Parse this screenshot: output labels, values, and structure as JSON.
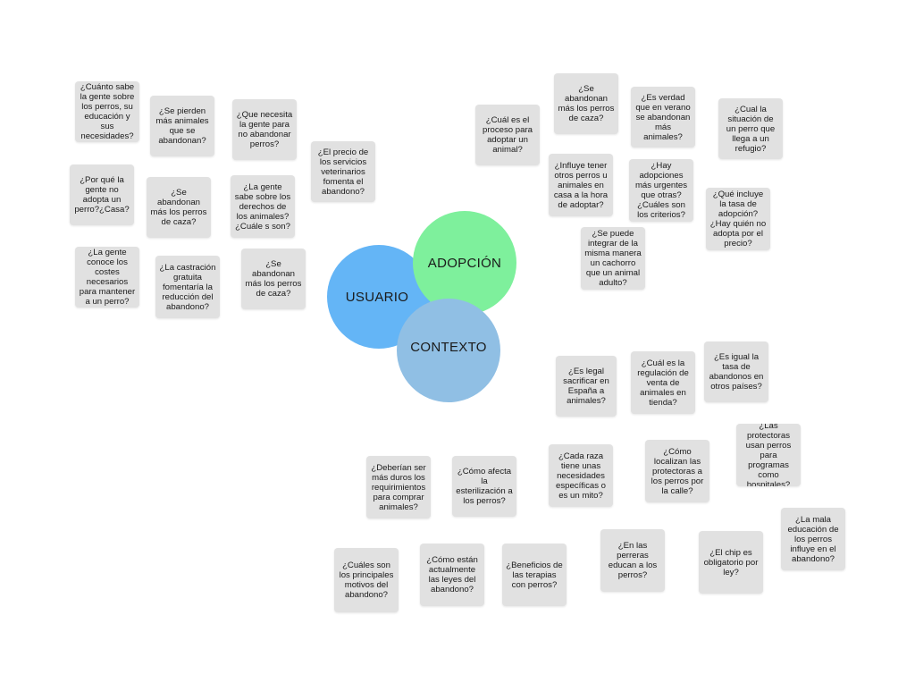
{
  "circles": {
    "usuario": "USUARIO",
    "adopcion": "ADOPCIÓN",
    "contexto": "CONTEXTO"
  },
  "notes": {
    "n01": "¿Cuánto sabe la gente sobre los perros, su educación y sus necesidades?",
    "n02": "¿Se pierden más animales que se abandonan?",
    "n03": "¿Que necesita la gente para no abandonar perros?",
    "n04": "¿El precio de los servicios veterinarios fomenta el abandono?",
    "n05": "¿Por qué la gente no adopta un perro?¿Casa?",
    "n06": "¿Se abandonan más los perros de caza?",
    "n07": "¿La gente sabe sobre los derechos de los animales?¿Cuále s son?",
    "n08": "¿La gente conoce los costes necesarios para mantener a un perro?",
    "n09": "¿La castración gratuita fomentaría la reducción del abandono?",
    "n10": "¿Se abandonan más los perros de caza?",
    "n11": "¿Cuál es el proceso para adoptar un animal?",
    "n12": "¿Se abandonan más los perros de caza?",
    "n13": "¿Es verdad que en verano se abandonan más animales?",
    "n14": "¿Cual la situación de un perro que llega a un refugio?",
    "n15": "¿Influye tener otros perros u animales en casa a la hora de adoptar?",
    "n16": "¿Hay adopciones más urgentes que otras?¿Cuáles son los criterios?",
    "n17": "¿Qué incluye la tasa de adopción?¿Hay quién no adopta por el precio?",
    "n18": "¿Se puede integrar de la misma manera un cachorro que un animal adulto?",
    "n19": "¿Es legal sacrificar en España a animales?",
    "n20": "¿Cuál es la regulación de venta de animales en tienda?",
    "n21": "¿Es igual la tasa de abandonos en otros países?",
    "n22": "¿Las protectoras usan perros para programas como hospitales?",
    "n23": "¿Deberían ser más duros los requirimientos para comprar animales?",
    "n24": "¿Cómo afecta la esterilización a los perros?",
    "n25": "¿Cada raza tiene unas necesidades específicas o es un mito?",
    "n26": "¿Cómo localizan las protectoras a los perros por la calle?",
    "n27": "¿La mala educación de los perros influye en el abandono?",
    "n28": "¿Cuáles son los principales motivos del abandono?",
    "n29": "¿Cómo están actualmente las leyes del abandono?",
    "n30": "¿Beneficios de las terapias con perros?",
    "n31": "¿En las perreras educan a los perros?",
    "n32": "¿El chip es obligatorio por ley?"
  }
}
